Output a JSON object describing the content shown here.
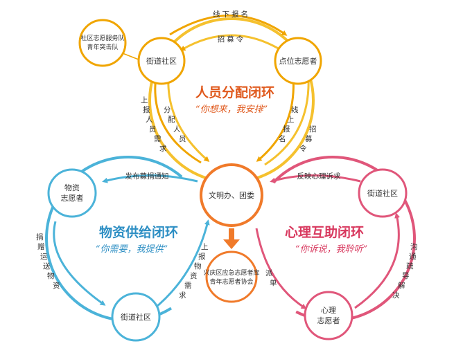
{
  "yellow_loop": {
    "title": "人员分配闭环",
    "slogan": "“你想来，我安排”",
    "nodes": {
      "top_left": "街道社区",
      "top_right": "点位志愿者",
      "outer": [
        "社区志愿服务队",
        "青年突击队"
      ]
    },
    "arrows": {
      "offline_signup": "线下报名",
      "recruit_top": "招募令",
      "report_needs": [
        "上",
        "报",
        "人",
        "员",
        "需",
        "求"
      ],
      "allocate": [
        "分",
        "配",
        "人",
        "员"
      ],
      "online_signup": [
        "线",
        "上",
        "报",
        "名"
      ],
      "recruit_right": [
        "招",
        "募",
        "令"
      ]
    },
    "color": "#f0a500"
  },
  "center": {
    "label": "文明办、团委",
    "color": "#f07a2a",
    "bottom_node": [
      "兴庆区应急志愿者库",
      "青年志愿者协会"
    ]
  },
  "blue_loop": {
    "title": "物资供给闭环",
    "slogan": "“你需要，我提供”",
    "nodes": {
      "left": [
        "物资",
        "志愿者"
      ],
      "bottom": "街道社区"
    },
    "arrows": {
      "publish_notice": "发布募捐通知",
      "donate": [
        "捐",
        "赠",
        "运",
        "送",
        "物",
        "资"
      ],
      "report_supplies": [
        "上",
        "报",
        "物",
        "资",
        "需",
        "求"
      ]
    },
    "color": "#4bb3d9"
  },
  "pink_loop": {
    "title": "心理互助闭环",
    "slogan": "“你诉说，我聆听”",
    "nodes": {
      "right": "街道社区",
      "bottom": [
        "心理",
        "志愿者"
      ]
    },
    "arrows": {
      "reflect": "反映心理诉求",
      "dispatch": [
        "派",
        "单"
      ],
      "communicate": [
        "沟",
        "通",
        "疏",
        "导",
        "解",
        "决"
      ]
    },
    "color": "#e0567a"
  }
}
